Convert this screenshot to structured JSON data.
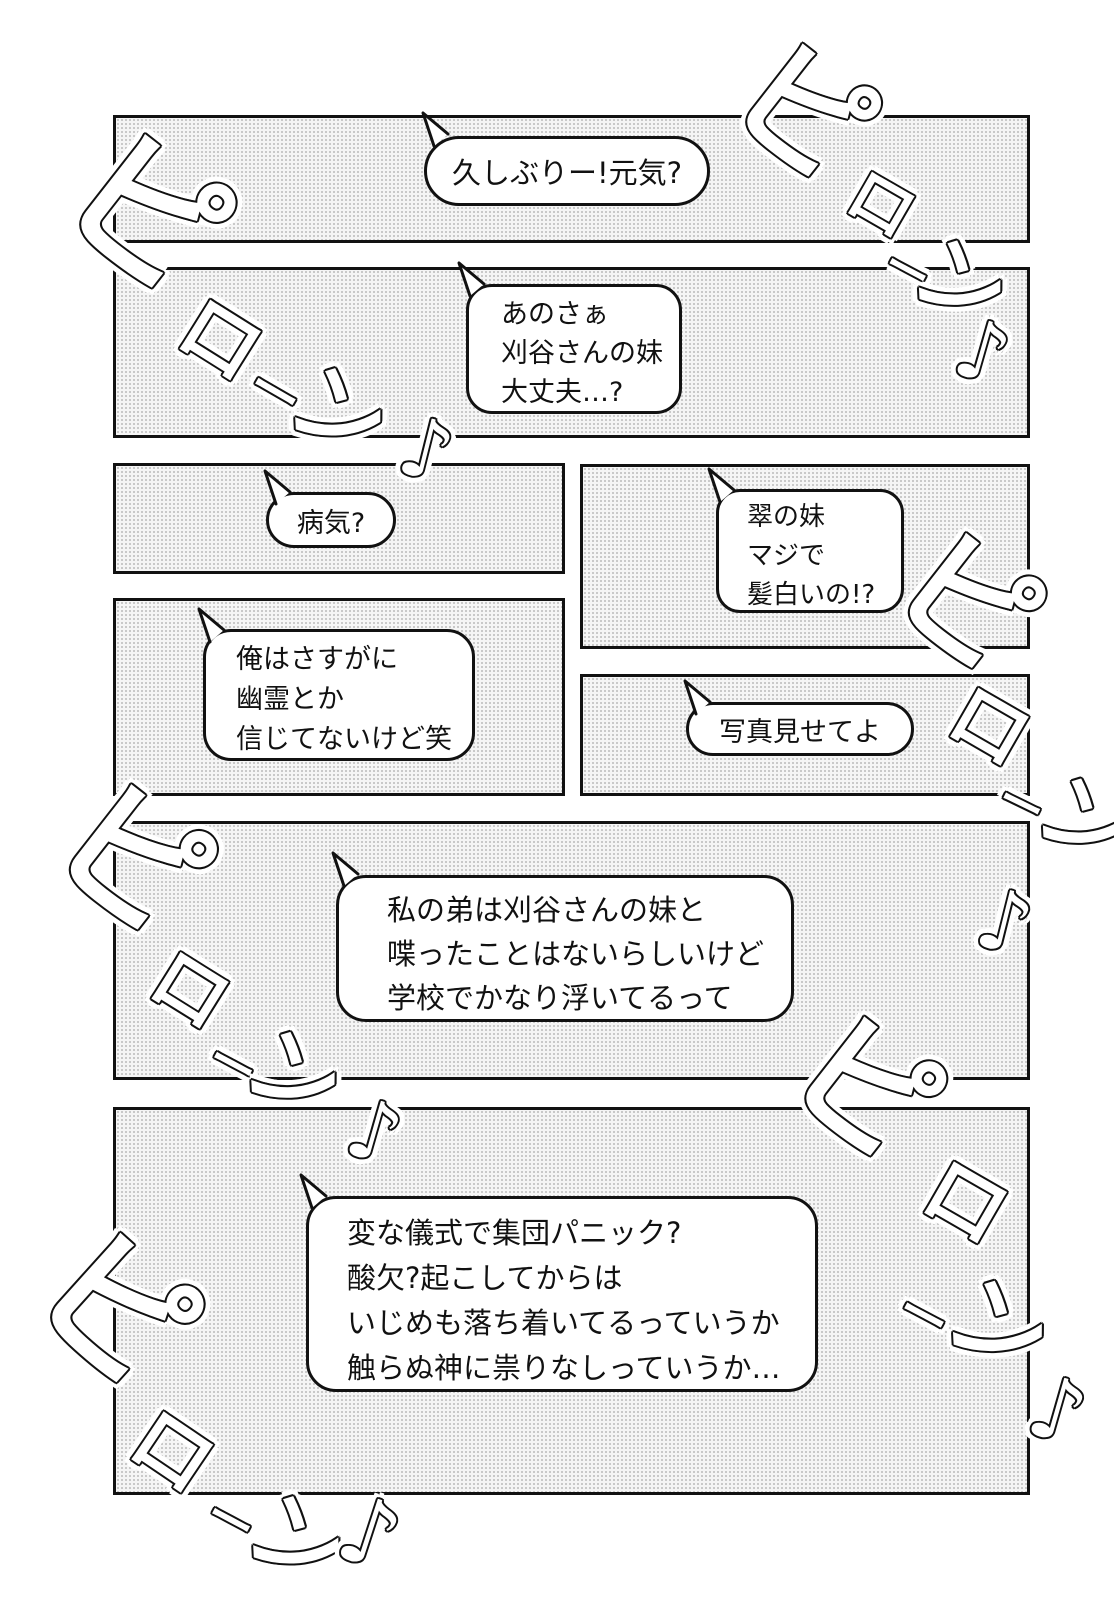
{
  "page": {
    "kind": "manga-chat-page",
    "colors": {
      "background": "#ffffff",
      "panel_border": "#111111",
      "halftone_dot": "#c9c9c9",
      "halftone_base": "#f5f5f5",
      "bubble_fill": "#ffffff",
      "text": "#111111"
    }
  },
  "bubbles": [
    {
      "text": "久しぶりー!元気?"
    },
    {
      "text": "あのさぁ\n刈谷さんの妹\n大丈夫…?"
    },
    {
      "text": "病気?"
    },
    {
      "text": "翠の妹\nマジで\n髪白いの!?"
    },
    {
      "text": "俺はさすがに\n幽霊とか\n信じてないけど笑"
    },
    {
      "text": "写真見せてよ"
    },
    {
      "text": "私の弟は刈谷さんの妹と\n喋ったことはないらしいけど\n学校でかなり浮いてるって"
    },
    {
      "text": "変な儀式で集団パニック?\n酸欠?起こしてからは\nいじめも落ち着いてるっていうか\n触らぬ神に祟りなしっていうか…"
    }
  ],
  "sfx": [
    {
      "chars": "ピローン♪"
    },
    {
      "chars": "ピローン♪"
    },
    {
      "chars": "ピローン♪"
    },
    {
      "chars": "ピローン♪"
    },
    {
      "chars": "ピローン♪"
    },
    {
      "chars": "ピローン♪"
    }
  ]
}
